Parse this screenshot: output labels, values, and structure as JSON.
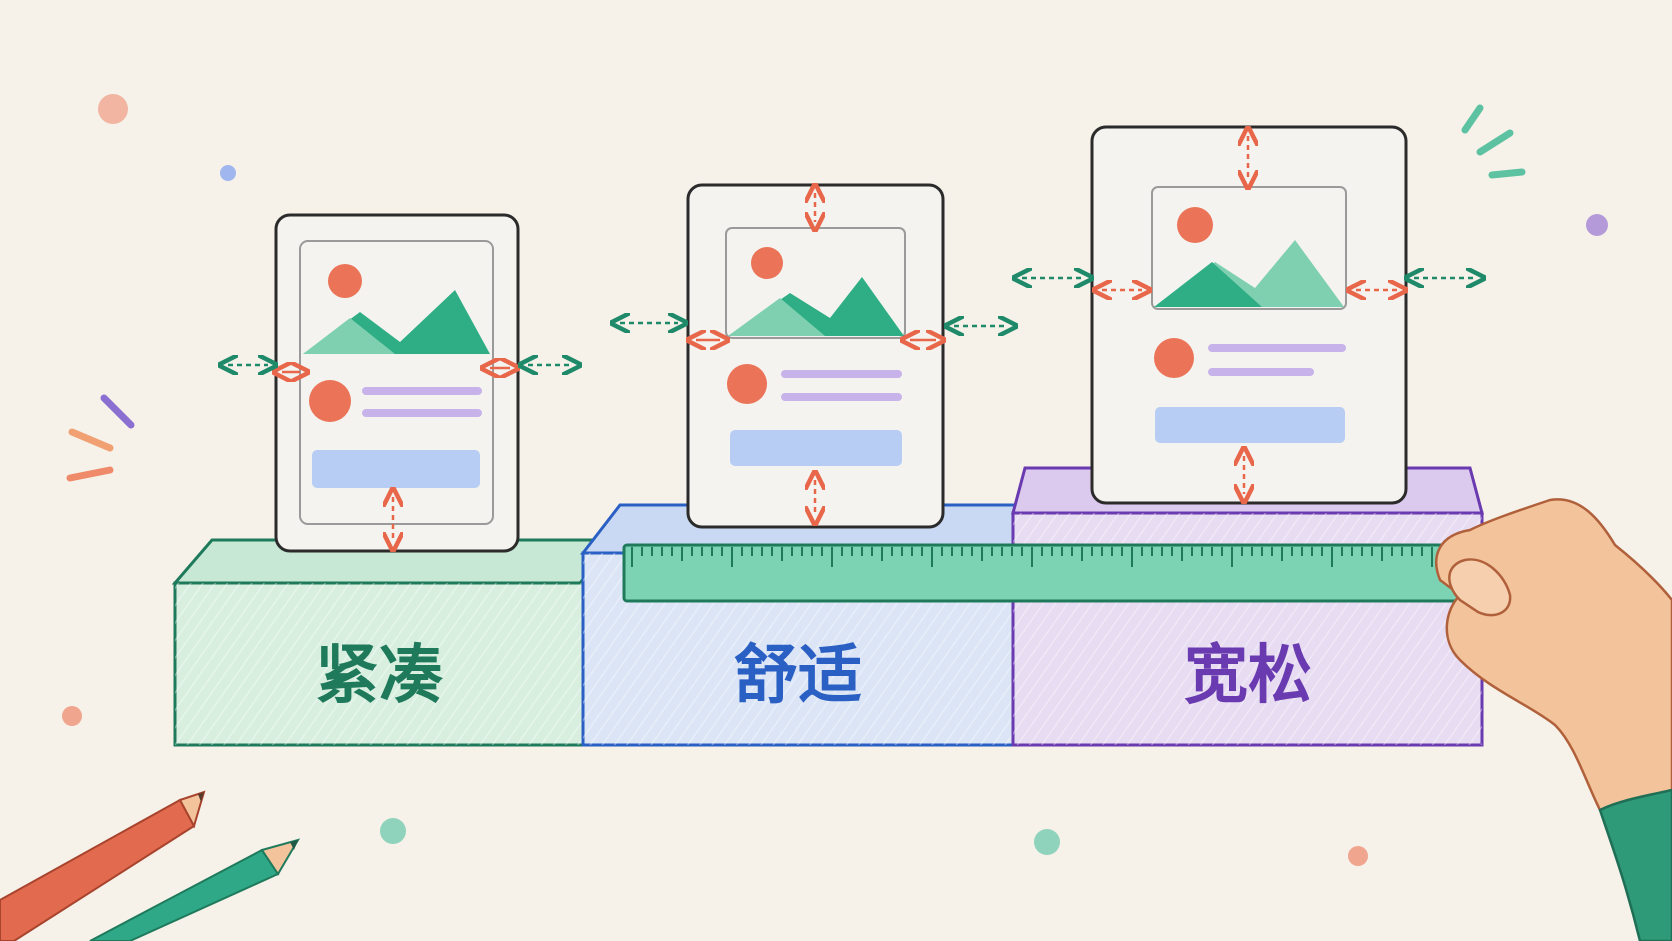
{
  "tiers": [
    {
      "label": "紧凑",
      "color": "#1f7a5c",
      "fill": "#d8efe0",
      "top": "#c6e8d4"
    },
    {
      "label": "舒适",
      "color": "#2a5fc4",
      "fill": "#dbe5f6",
      "top": "#c9d8f3"
    },
    {
      "label": "宽松",
      "color": "#6a3ab0",
      "fill": "#e7dcf2",
      "top": "#dccaee"
    }
  ],
  "colors": {
    "paper": "#f6f2ea",
    "card": "#f5f3ef",
    "outline": "#2b2b2b",
    "inner_arrow": "#e8674a",
    "outer_arrow": "#1f8a6a",
    "mountain_light": "#7fd0b0",
    "mountain_dark": "#2fae86",
    "sun": "#ea7358",
    "text_line": "#c7b3ea",
    "button": "#b8cdf3",
    "ruler": "#7cd3b4",
    "ruler_ticks": "#1f7a5c",
    "skin": "#f3c39b",
    "sleeve": "#2f9a78",
    "pencil_red": "#e26a4e",
    "pencil_green": "#2fa888"
  },
  "icons": [
    "image-placeholder-icon",
    "avatar-circle-icon",
    "double-arrow-icon",
    "ruler-icon",
    "hand-icon",
    "pencil-icon"
  ]
}
